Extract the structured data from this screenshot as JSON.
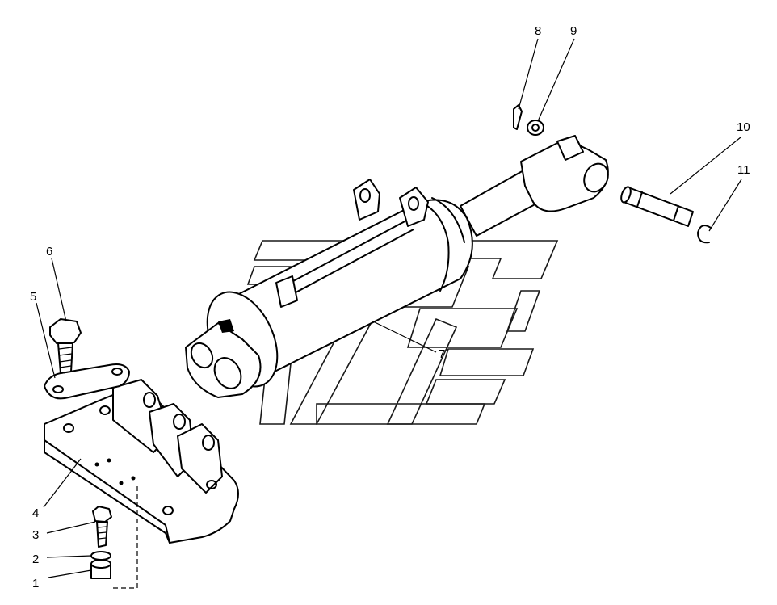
{
  "labels": [
    "1",
    "2",
    "3",
    "4",
    "5",
    "6",
    "7",
    "8",
    "9",
    "10",
    "11"
  ],
  "colors": {
    "line": "#000000",
    "background": "#ffffff"
  }
}
